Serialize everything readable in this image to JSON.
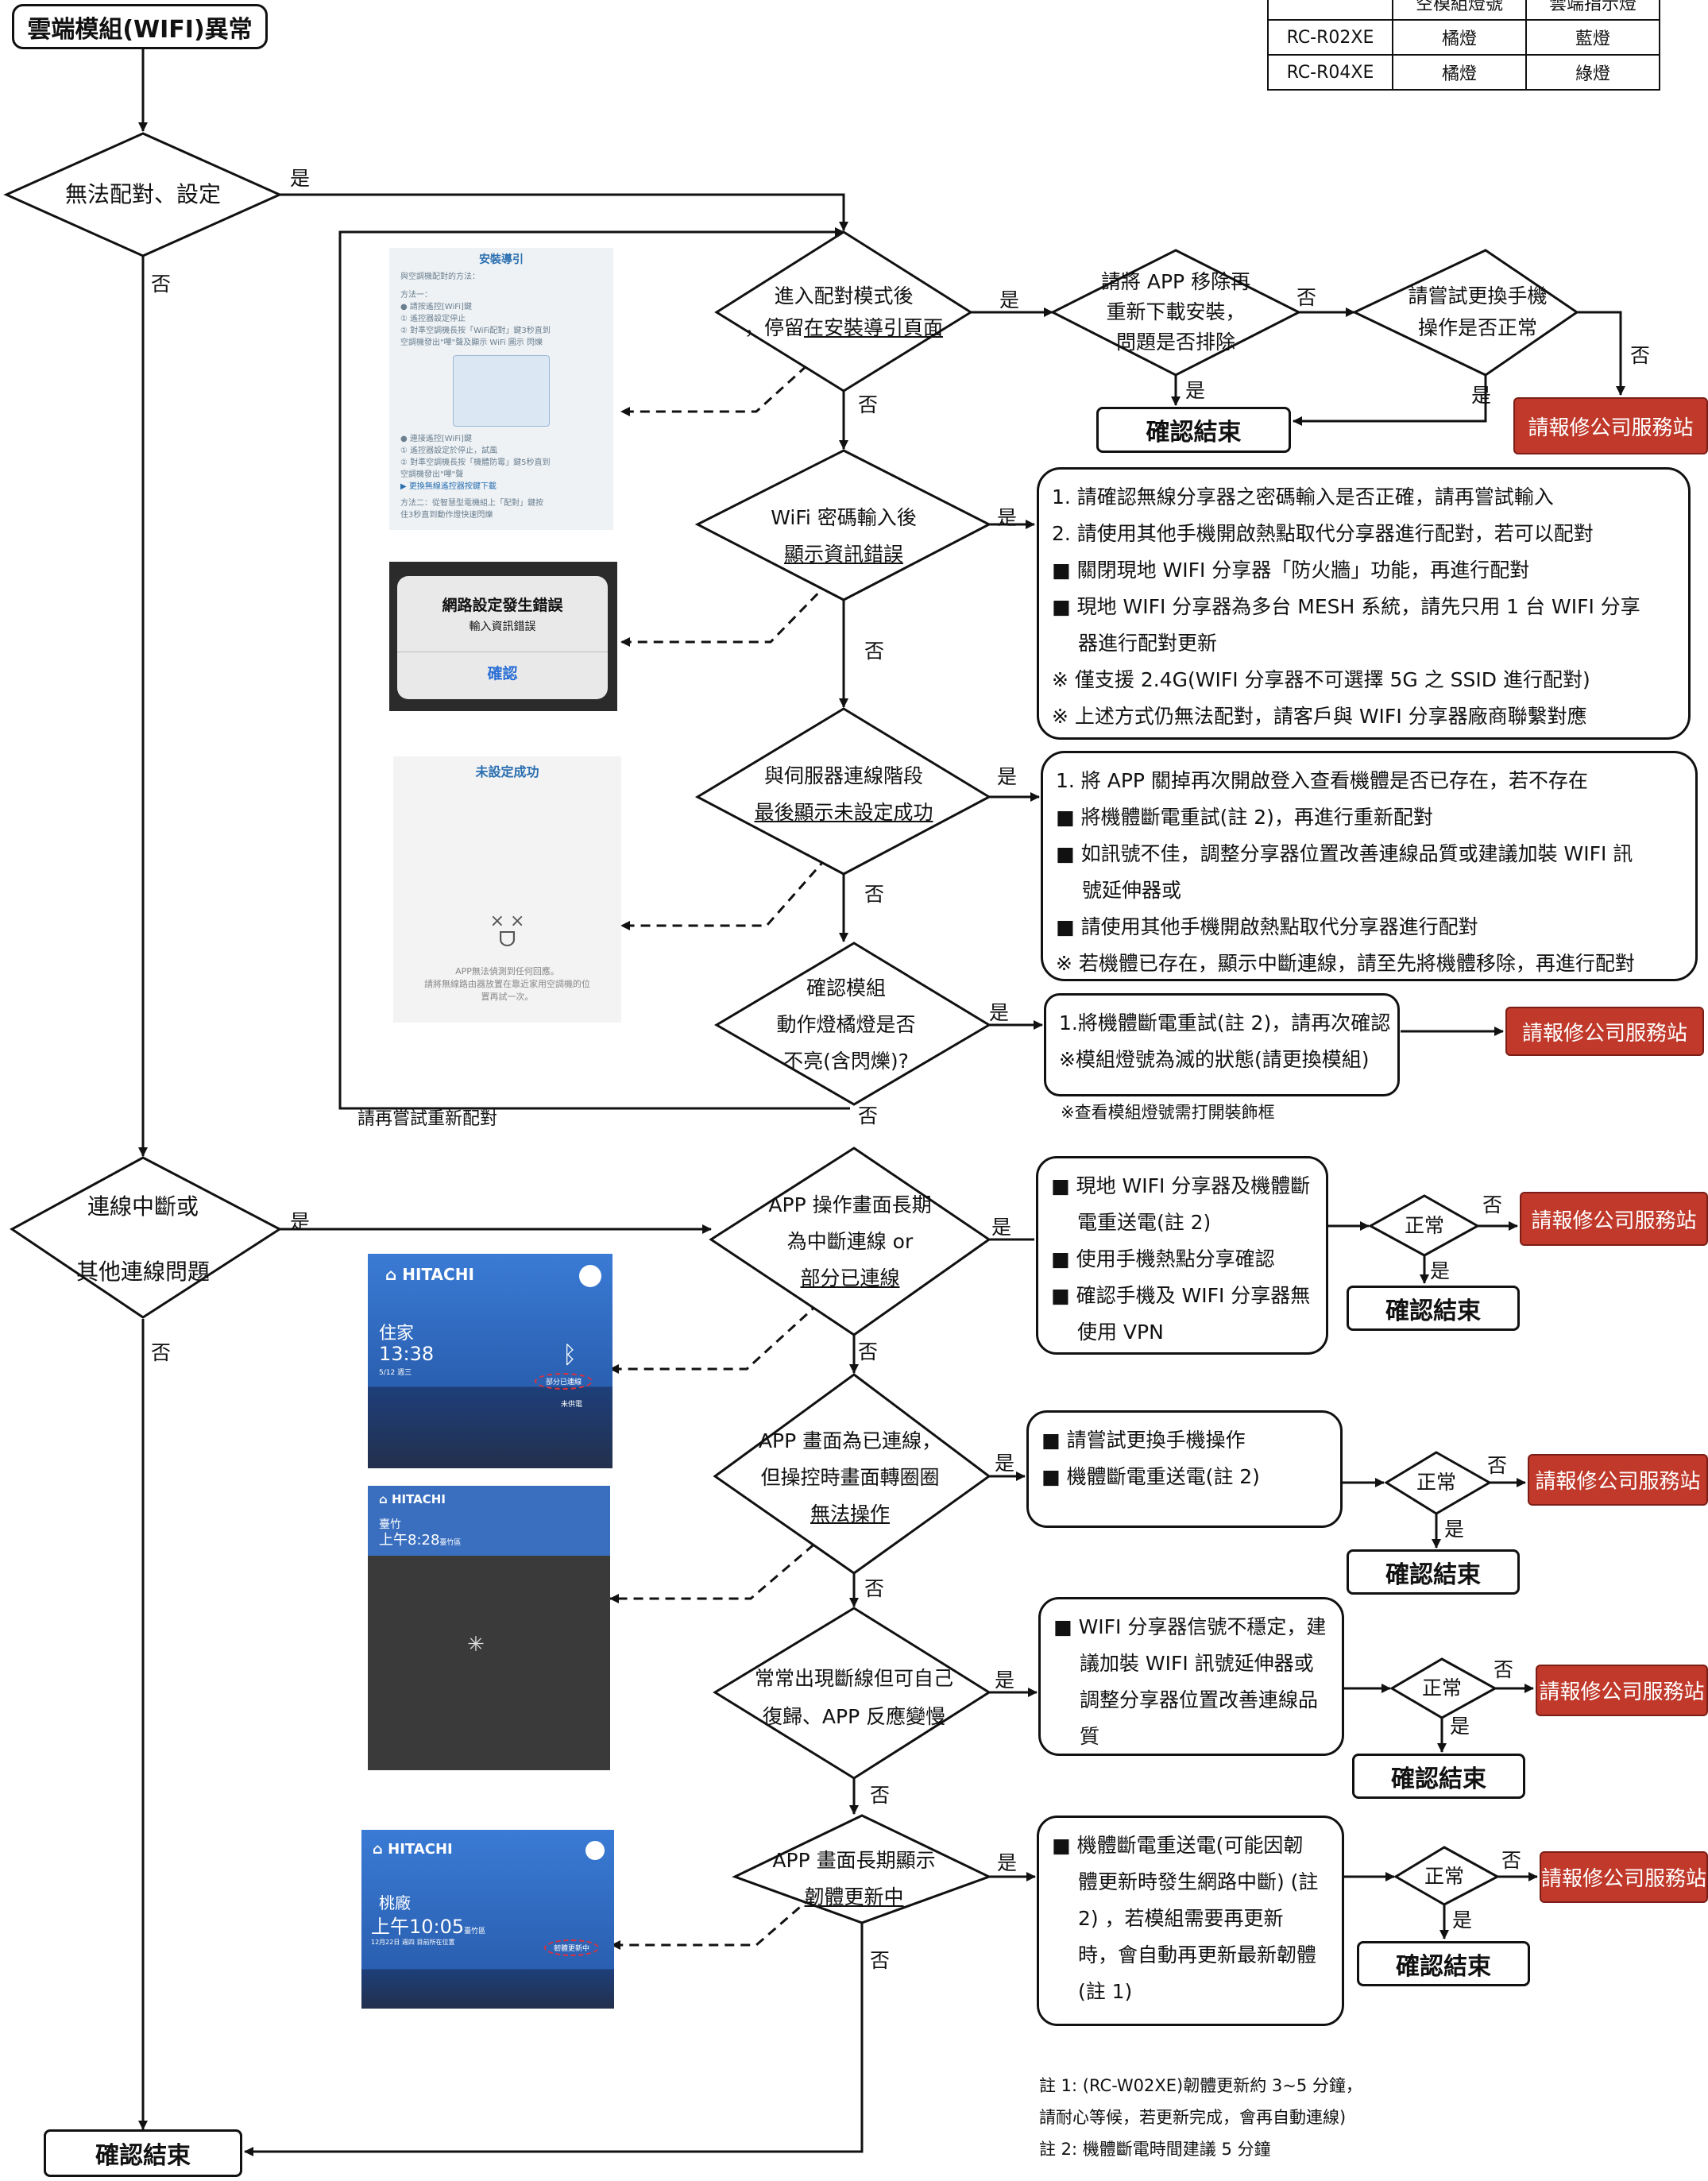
{
  "title": "雲端模組(WIFI)異常",
  "legend": {
    "header": [
      "",
      "空模組燈號",
      "雲端指示燈"
    ],
    "rows": [
      [
        "RC-R02XE",
        "橘燈",
        "藍燈"
      ],
      [
        "RC-R04XE",
        "橘燈",
        "綠燈"
      ]
    ]
  },
  "yes": "是",
  "no": "否",
  "decisions": {
    "d1": "無法配對、設定",
    "d2_l1": "進入配對模式後",
    "d2_l2a": "，停留",
    "d2_l2b": "在安裝導引頁面",
    "d3_l1": "請將 APP 移除再",
    "d3_l2": "重新下載安裝，",
    "d3_l3": "問題是否排除",
    "d4_l1": "請嘗試更換手機",
    "d4_l2": "操作是否正常",
    "d5_l1": "WiFi 密碼輸入後",
    "d5_l2": "顯示資訊錯誤",
    "d6_l1": "與伺服器連線階段",
    "d6_l2": "最後顯示未設定成功",
    "d7_l1": "確認模組",
    "d7_l2": "動作燈橘燈是否",
    "d7_l3": "不亮(含閃爍)?",
    "d8_l1": "連線中斷或",
    "d8_l2": "其他連線問題",
    "d9_l1": "APP 操作畫面長期",
    "d9_l2": "為中斷連線 or",
    "d9_l3": "部分已連線",
    "d10_l1": "APP 畫面為已連線，",
    "d10_l2": "但操控時畫面轉圈圈",
    "d10_l3": "無法操作",
    "d11_l1": "常常出現斷線但可自己",
    "d11_l2": "復歸、APP 反應變慢",
    "d12_l1": "APP 畫面長期顯示",
    "d12_l2": "韌體更新中",
    "normal": "正常"
  },
  "ends": {
    "confirm_end": "確認結束",
    "report": "請報修公司服務站"
  },
  "retry_label": "請再嘗試重新配對",
  "box_wifi_pwd": [
    "1. 請確認無線分享器之密碼輸入是否正確，請再嘗試輸入",
    "2. 請使用其他手機開啟熱點取代分享器進行配對，若可以配對",
    "■ 關閉現地 WIFI 分享器「防火牆」功能，再進行配對",
    "■ 現地 WIFI 分享器為多台 MESH 系統，請先只用 1 台 WIFI 分享",
    "　 器進行配對更新",
    "※ 僅支援 2.4G(WIFI 分享器不可選擇 5G 之 SSID 進行配對)",
    "※ 上述方式仍無法配對，請客戶與 WIFI 分享器廠商聯繫對應"
  ],
  "box_server": [
    "1. 將 APP 關掉再次開啟登入查看機體是否已存在，若不存在",
    "■ 將機體斷電重試(註 2)，再進行重新配對",
    "■ 如訊號不佳，調整分享器位置改善連線品質或建議加裝 WIFI 訊",
    "　 號延伸器或",
    "■ 請使用其他手機開啟熱點取代分享器進行配對",
    "※ 若機體已存在，顯示中斷連線，請至先將機體移除，再進行配對"
  ],
  "box_led": [
    "1.將機體斷電重試(註 2)，請再次確認",
    "※模組燈號為滅的狀態(請更換模組)"
  ],
  "led_note": "※查看模組燈號需打開裝飾框",
  "box_disconnect": [
    "■ 現地 WIFI 分享器及機體斷",
    "　 電重送電(註 2)",
    "■ 使用手機熱點分享確認",
    "■ 確認手機及 WIFI 分享器無",
    "　 使用 VPN"
  ],
  "box_spin": [
    "■ 請嘗試更換手機操作",
    "■ 機體斷電重送電(註 2)"
  ],
  "box_unstable": [
    "■ WIFI 分享器信號不穩定，建",
    "　 議加裝 WIFI 訊號延伸器或",
    "　 調整分享器位置改善連線品",
    "　 質"
  ],
  "box_firmware": [
    "■ 機體斷電重送電(可能因韌",
    "　 體更新時發生網路中斷) (註",
    "　 2) ，若模組需要再更新",
    "　 時，會自動再更新最新韌體",
    "　 (註 1)"
  ],
  "footnotes": [
    "註 1: (RC-W02XE)韌體更新約 3~5 分鐘，",
    "請耐心等候，若更新完成，會再自動連線)",
    "註 2: 機體斷電時間建議 5 分鐘"
  ],
  "screens": {
    "guide_title": "安裝導引",
    "guide_lines": [
      "與空調機配對的方法：",
      "方法一：",
      "● 請按遙控[WiFi]鍵",
      "① 遙控器設定停止",
      "② 對準空調機長按「WiFi配對」鍵3秒直到",
      "空調機發出\"嗶\"聲及顯示 WiFi 圖示 閃爍"
    ],
    "guide_lines2": [
      "● 連接遙控[WiFi]鍵",
      "① 遙控器設定於停止，試風",
      "② 對準空調機長按「機體防霉」鍵5秒直到",
      "空調機發出\"嗶\"聲",
      "▶ 更換無線遙控器按鍵下載",
      "方法二：從智慧型電機組上「配對」鍵按",
      "住3秒直到動作燈快速閃爍"
    ],
    "error_title": "網路設定發生錯誤",
    "error_sub": "輸入資訊錯誤",
    "error_btn": "確認",
    "fail_title": "未設定成功",
    "fail_face": "× ×",
    "fail_mouth": "ᗜ",
    "fail_text1": "APP無法偵測到任何回應。",
    "fail_text2": "請將無線路由器放置在靠近家用空調機的位",
    "fail_text3": "置再試一次。",
    "app1_brand": "HITACHI",
    "app1_place": "住家",
    "app1_time": "13:38",
    "app1_date": "5/12 週三",
    "app1_badge": "部分已連線",
    "app1_status": "未供電",
    "app2_brand": "HITACHI",
    "app2_place": "臺竹",
    "app2_time": "上午8:28",
    "app2_sub": "臺竹區",
    "app3_brand": "HITACHI",
    "app3_place": "桃廠",
    "app3_time": "上午10:05",
    "app3_sub": "臺竹區",
    "app3_date": "12月22日 週四 目前所在位置",
    "app3_badge": "韌體更新中"
  }
}
